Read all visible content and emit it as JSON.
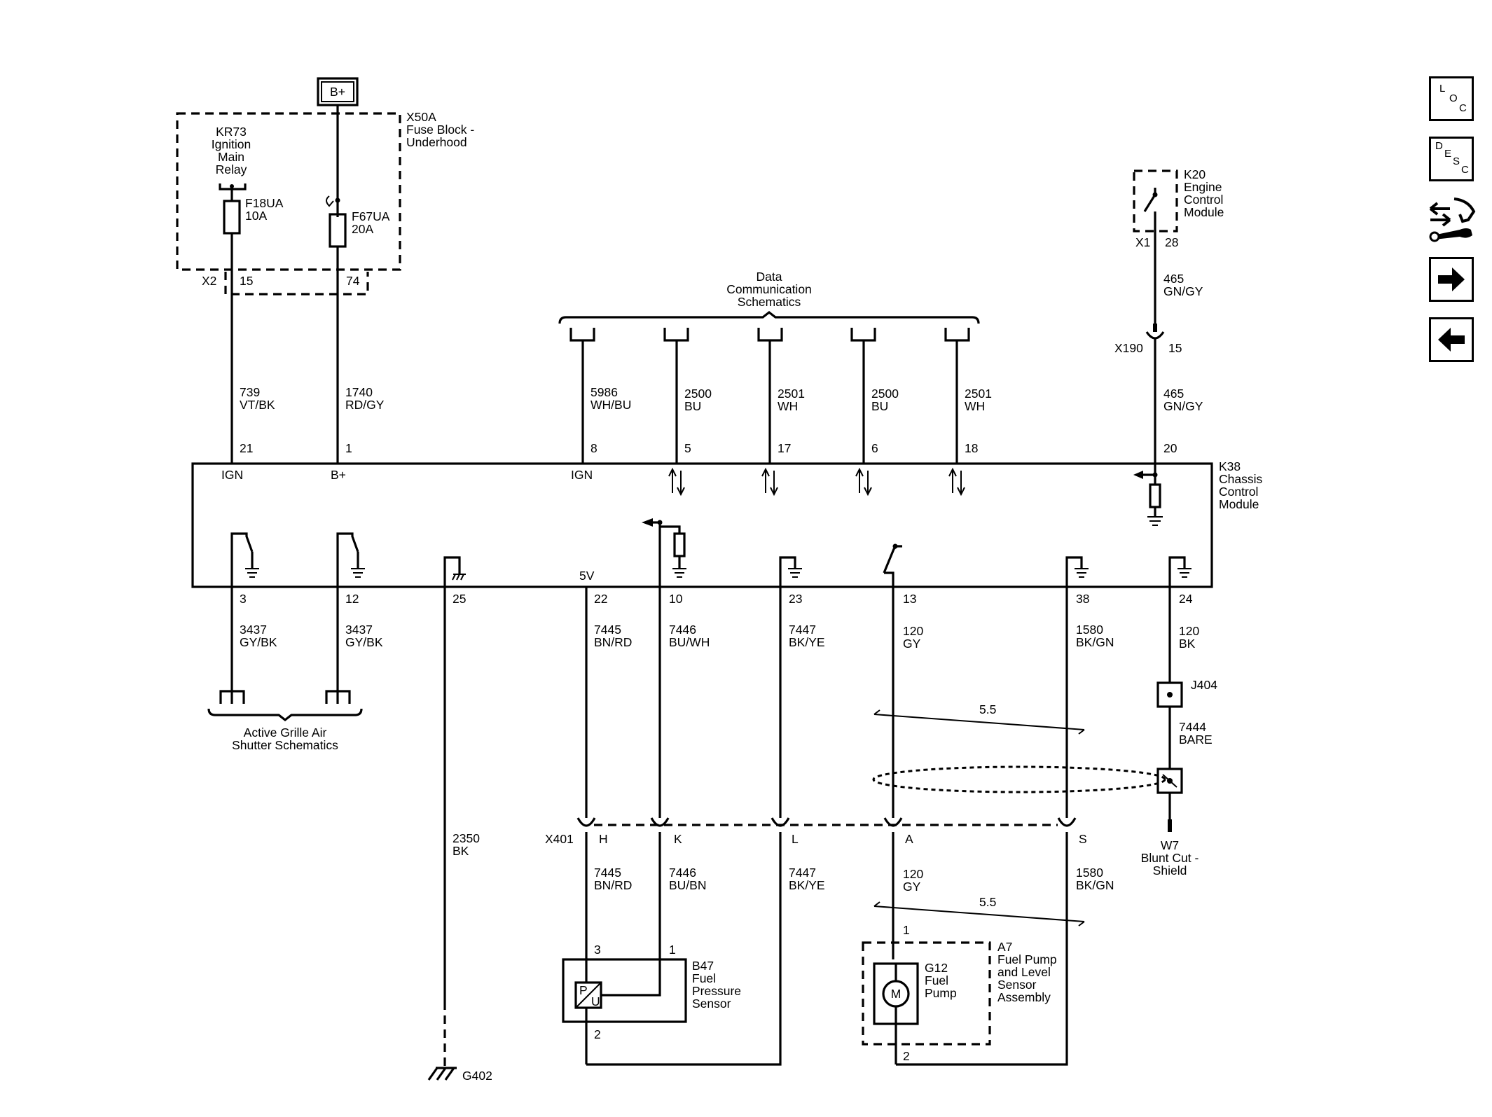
{
  "power": {
    "bplus_box": "B+"
  },
  "fuse_block": {
    "title_1": "X50A",
    "title_2": "Fuse Block -",
    "title_3": "Underhood",
    "relay_1": "KR73",
    "relay_2": "Ignition",
    "relay_3": "Main",
    "relay_4": "Relay",
    "f18_name": "F18UA",
    "f18_rating": "10A",
    "f67_name": "F67UA",
    "f67_rating": "20A",
    "conn": "X2",
    "pin_a": "15",
    "pin_b": "74"
  },
  "ecm": {
    "name_1": "K20",
    "name_2": "Engine",
    "name_3": "Control",
    "name_4": "Module",
    "conn": "X1",
    "pin": "28"
  },
  "x190": {
    "name": "X190",
    "pin": "15"
  },
  "data_comm": {
    "line_1": "Data",
    "line_2": "Communication",
    "line_3": "Schematics"
  },
  "grille": {
    "line_1": "Active Grille Air",
    "line_2": "Shutter Schematics"
  },
  "ccm": {
    "name_1": "K38",
    "name_2": "Chassis",
    "name_3": "Control",
    "name_4": "Module",
    "pin_labels": {
      "ign_a": "IGN",
      "bplus": "B+",
      "ign_b": "IGN",
      "v5": "5V"
    }
  },
  "top_circuits": [
    {
      "circuit": "739",
      "color": "VT/BK",
      "pin": "21"
    },
    {
      "circuit": "1740",
      "color": "RD/GY",
      "pin": "1"
    },
    {
      "circuit": "5986",
      "color": "WH/BU",
      "pin": "8"
    },
    {
      "circuit": "2500",
      "color": "BU",
      "pin": "5"
    },
    {
      "circuit": "2501",
      "color": "WH",
      "pin": "17"
    },
    {
      "circuit": "2500",
      "color": "BU",
      "pin": "6"
    },
    {
      "circuit": "2501",
      "color": "WH",
      "pin": "18"
    },
    {
      "circuit": "465",
      "color": "GN/GY",
      "pin": "20"
    }
  ],
  "ecm_circuit": {
    "circuit": "465",
    "color": "GN/GY"
  },
  "bottom_circuits": [
    {
      "pin": "3",
      "circuit": "3437",
      "color": "GY/BK"
    },
    {
      "pin": "12",
      "circuit": "3437",
      "color": "GY/BK"
    },
    {
      "pin": "25",
      "circuit": "2350",
      "color": "BK"
    },
    {
      "pin": "22",
      "circuit": "7445",
      "color": "BN/RD"
    },
    {
      "pin": "10",
      "circuit": "7446",
      "color": "BU/WH"
    },
    {
      "pin": "23",
      "circuit": "7447",
      "color": "BK/YE"
    },
    {
      "pin": "13",
      "circuit": "120",
      "color": "GY"
    },
    {
      "pin": "38",
      "circuit": "1580",
      "color": "BK/GN"
    },
    {
      "pin": "24",
      "circuit": "120",
      "color": "BK"
    }
  ],
  "x401": {
    "name": "X401",
    "pins": [
      "H",
      "K",
      "L",
      "A",
      "S"
    ],
    "circuits": [
      {
        "circuit": "7445",
        "color": "BN/RD"
      },
      {
        "circuit": "7446",
        "color": "BU/BN"
      },
      {
        "circuit": "7447",
        "color": "BK/YE"
      },
      {
        "circuit": "120",
        "color": "GY"
      },
      {
        "circuit": "1580",
        "color": "BK/GN"
      }
    ]
  },
  "twist_a": "5.5",
  "twist_b": "5.5",
  "j404": {
    "name": "J404",
    "circuit": "7444",
    "color": "BARE"
  },
  "w7": {
    "line_1": "W7",
    "line_2": "Blunt Cut -",
    "line_3": "Shield"
  },
  "b47": {
    "name_1": "B47",
    "name_2": "Fuel",
    "name_3": "Pressure",
    "name_4": "Sensor",
    "pin_3": "3",
    "pin_1": "1",
    "pin_2": "2",
    "sym_p": "P",
    "sym_u": "U"
  },
  "a7": {
    "name_1": "A7",
    "name_2": "Fuel Pump",
    "name_3": "and Level",
    "name_4": "Sensor",
    "name_5": "Assembly",
    "pin_1": "1",
    "pin_2": "2"
  },
  "g12": {
    "name_1": "G12",
    "name_2": "Fuel",
    "name_3": "Pump",
    "sym": "M"
  },
  "g402": {
    "name": "G402"
  },
  "nav": {
    "loc": {
      "l1": "L",
      "l2": "O",
      "l3": "C"
    },
    "desc": {
      "l1": "D",
      "l2": "E",
      "l3": "S",
      "l4": "C"
    },
    "icons": [
      "connector-tool-icon",
      "arrow-right-icon",
      "arrow-left-icon"
    ]
  }
}
